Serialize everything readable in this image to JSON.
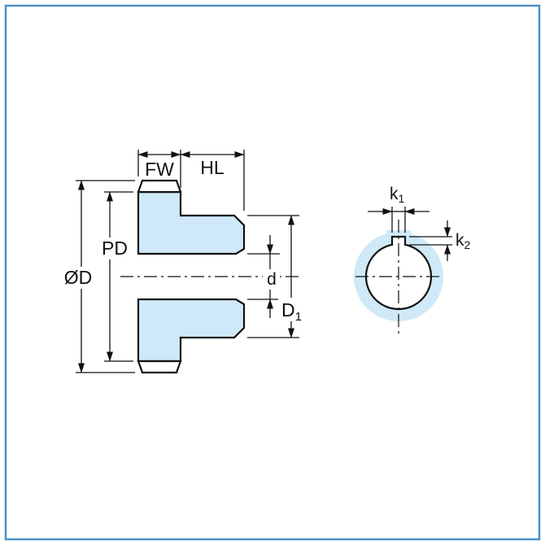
{
  "diagram": {
    "type": "technical-drawing",
    "views": {
      "section": {
        "dimensions": {
          "face_width": "FW",
          "hub_length": "HL",
          "pitch_diameter": "PD",
          "outside_diameter": "ØD",
          "bore_diameter": "d",
          "hub_diameter_base": "D",
          "hub_diameter_sub": "1"
        }
      },
      "end": {
        "dimensions": {
          "keyway_width_base": "k",
          "keyway_width_sub": "1",
          "keyway_depth_base": "k",
          "keyway_depth_sub": "2"
        }
      }
    },
    "colors": {
      "highlight_fill": "#cfe9f8",
      "line": "#111111",
      "frame": "#4a90c8",
      "background": "#ffffff"
    }
  }
}
